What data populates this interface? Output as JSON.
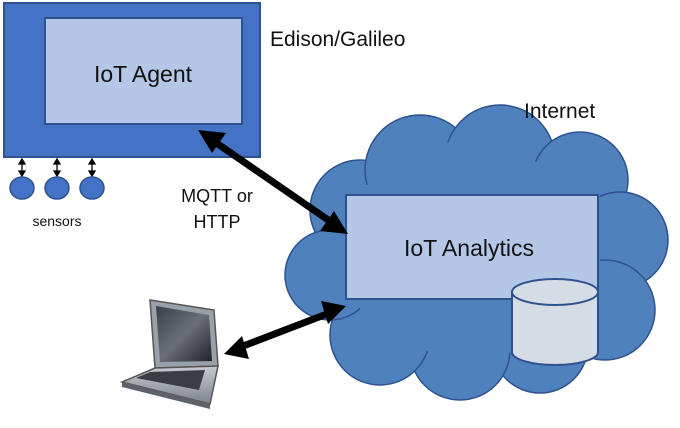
{
  "device": {
    "agent_label": "IoT Agent",
    "board_label": "Edison/Galileo",
    "sensors_label": "sensors"
  },
  "cloud": {
    "label": "Internet",
    "analytics_label": "IoT Analytics"
  },
  "connection": {
    "protocol_line1": "MQTT or",
    "protocol_line2": "HTTP"
  },
  "colors": {
    "device_fill": "#4472C4",
    "inner_box_fill": "#B4C7E7",
    "cloud_fill": "#4F81BD",
    "outline": "#2F528F",
    "arrow": "#000000",
    "database_fill": "#D6DCE5"
  },
  "icons": [
    "sensor-icon",
    "database-icon",
    "laptop-icon",
    "double-arrow-icon"
  ]
}
